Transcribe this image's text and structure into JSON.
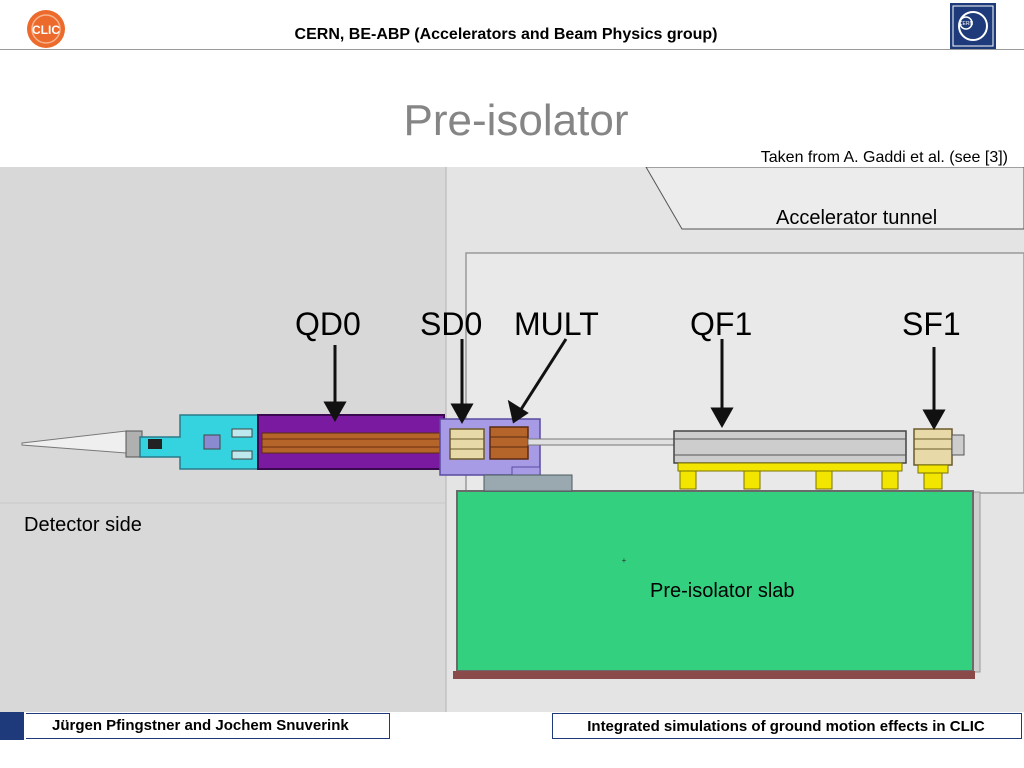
{
  "header": {
    "title": "CERN, BE-ABP (Accelerators and Beam Physics group)",
    "clic_logo_text": "CLIC",
    "cern_logo_text": "CERN"
  },
  "slide": {
    "title": "Pre-isolator",
    "source_note": "Taken from A. Gaddi et al. (see [3])"
  },
  "diagram": {
    "labels": {
      "accelerator_tunnel": "Accelerator tunnel",
      "qd0": "QD0",
      "sd0": "SD0",
      "mult": "MULT",
      "qf1": "QF1",
      "sf1": "SF1",
      "detector_side": "Detector side",
      "slab": "Pre-isolator slab"
    },
    "colors": {
      "detector_bg": "#d9d9d9",
      "tunnel_bg": "#e6e6e6",
      "slab": "#33d07f",
      "qd0_body": "#7a1aa0",
      "cyan_support": "#35d2e0",
      "lavender_block": "#a89be6",
      "copper_coils": "#b5652a",
      "yellow_supports": "#f2e600"
    }
  },
  "footer": {
    "authors": "Jürgen Pfingstner and Jochem Snuverink",
    "talk_title": "Integrated simulations of ground motion effects in CLIC"
  }
}
